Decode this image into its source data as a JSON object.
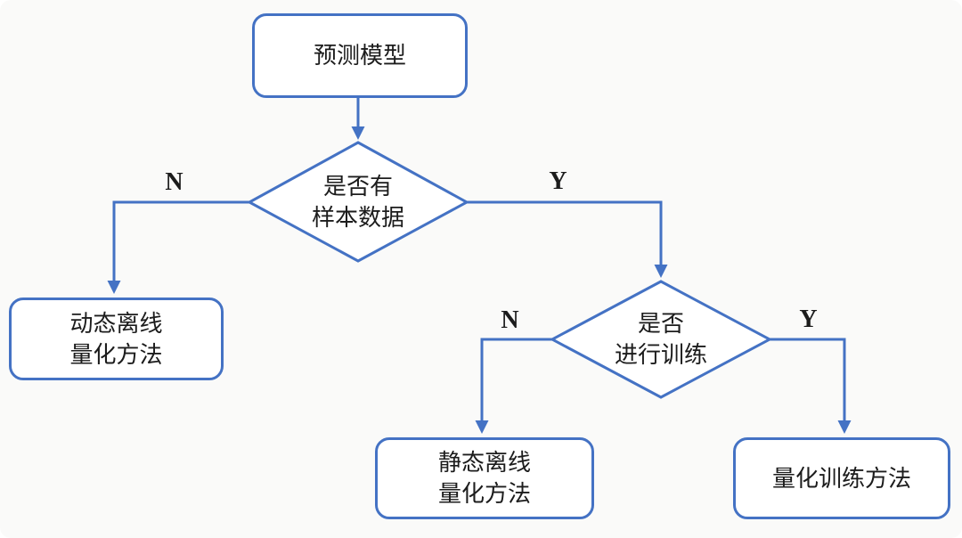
{
  "flowchart": {
    "title": "quantization-method-decision-flowchart",
    "nodes": {
      "start": {
        "label": "预测模型",
        "type": "process"
      },
      "decision1": {
        "line1": "是否有",
        "line2": "样本数据",
        "type": "decision"
      },
      "dynamic_offline": {
        "line1": "动态离线",
        "line2": "量化方法",
        "type": "process"
      },
      "decision2": {
        "line1": "是否",
        "line2": "进行训练",
        "type": "decision"
      },
      "static_offline": {
        "line1": "静态离线",
        "line2": "量化方法",
        "type": "process"
      },
      "quant_training": {
        "label": "量化训练方法",
        "type": "process"
      }
    },
    "edge_labels": {
      "decision1_no": "N",
      "decision1_yes": "Y",
      "decision2_no": "N",
      "decision2_yes": "Y"
    },
    "colors": {
      "line": "#4472C4",
      "text": "#1c1c1c",
      "background": "#fafaf9",
      "node_background": "#ffffff"
    }
  }
}
